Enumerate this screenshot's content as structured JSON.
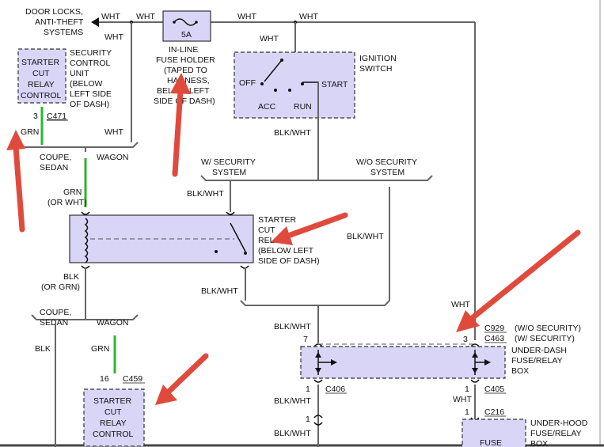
{
  "labels": {
    "door_locks": [
      "DOOR LOCKS,",
      "ANTI-THEFT",
      "SYSTEMS"
    ],
    "wht": "WHT",
    "fuse_rating": "5A",
    "inline_fuse": [
      "IN-LINE",
      "FUSE HOLDER",
      "(TAPED TO",
      "HARNESS,",
      "BELOW LEFT",
      "SIDE OF DASH)"
    ],
    "ignition_switch": [
      "IGNITION",
      "SWITCH"
    ],
    "off": "OFF",
    "acc": "ACC",
    "run": "RUN",
    "start": "START",
    "starter_cut_relay_control": [
      "STARTER",
      "CUT",
      "RELAY",
      "CONTROL"
    ],
    "security_control_unit": [
      "SECURITY",
      "CONTROL",
      "UNIT",
      "(BELOW",
      "LEFT SIDE",
      "OF DASH)"
    ],
    "pin_3": "3",
    "c471": "C471",
    "grn": "GRN",
    "coupe_sedan": [
      "COUPE,",
      "SEDAN"
    ],
    "wagon": "WAGON",
    "grn_or_wht": [
      "GRN",
      "(OR WHT)"
    ],
    "blk_wht": "BLK/WHT",
    "w_security": [
      "W/ SECURITY",
      "SYSTEM"
    ],
    "wo_security": [
      "W/O SECURITY",
      "SYSTEM"
    ],
    "starter_cut_relay": [
      "STARTER",
      "CUT",
      "RELAY",
      "(BELOW LEFT",
      "SIDE OF DASH)"
    ],
    "blk_or_grn": [
      "BLK",
      "(OR GRN)"
    ],
    "blk": "BLK",
    "pin_16": "16",
    "c459": "C459",
    "pin_7": "7",
    "pin_1": "1",
    "c929": "C929",
    "c463": "C463",
    "wo_security_short": "(W/O SECURITY)",
    "w_security_short": "(W/ SECURITY)",
    "under_dash_box": [
      "UNDER-DASH",
      "FUSE/RELAY",
      "BOX"
    ],
    "c406": "C406",
    "c405": "C405",
    "c216": "C216",
    "under_hood_box": [
      "UNDER-HOOD",
      "FUSE/RELAY",
      "BOX"
    ],
    "fuse_partial": "FUSE"
  },
  "colors": {
    "wire": "#666666",
    "green_wire": "#2db52d",
    "component_fill": "#d8d5f7",
    "arrow": "#e04a3c"
  }
}
